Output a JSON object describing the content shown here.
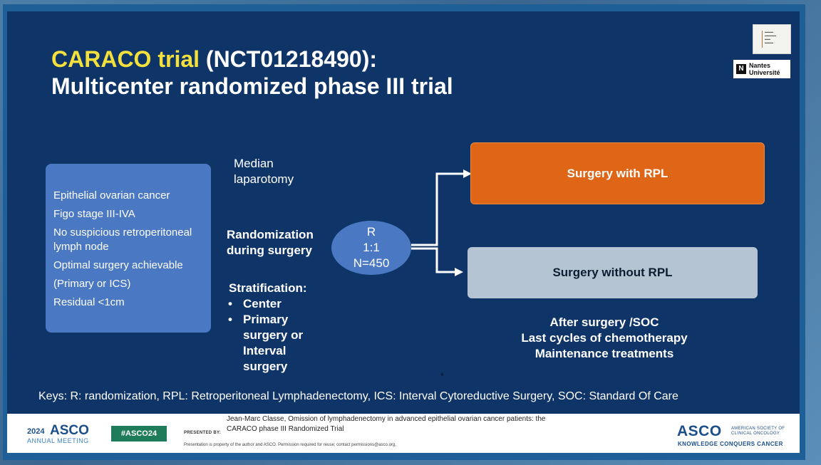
{
  "title": {
    "highlight": "CARACO trial",
    "rest": " (NCT01218490):",
    "line2": "Multicenter randomized phase III trial"
  },
  "logos": {
    "nantes": [
      "Nantes",
      "Université"
    ]
  },
  "criteria": [
    "Epithelial ovarian cancer",
    "Figo stage III-IVA",
    "No suspicious retroperitoneal",
    "lymph node",
    "Optimal surgery achievable",
    "(Primary or ICS)",
    "Residual <1cm"
  ],
  "median_laparotomy": [
    "Median",
    "laparotomy"
  ],
  "randomization_label": [
    "Randomization",
    "during surgery"
  ],
  "stratification": {
    "heading": "Stratification:",
    "bullet_symbol": "•",
    "items": [
      "Center",
      "Primary",
      "surgery or",
      "Interval",
      "surgery"
    ]
  },
  "oval": [
    "R",
    "1:1",
    "N=450"
  ],
  "arms": {
    "with_rpl": "Surgery  with RPL",
    "without_rpl": "Surgery without RPL"
  },
  "after_surgery": [
    "After surgery /SOC",
    "Last cycles of chemotherapy",
    "Maintenance treatments"
  ],
  "star": "*",
  "keys": "Keys: R: randomization, RPL: Retroperitoneal Lymphadenectomy, ICS: Interval Cytoreductive Surgery, SOC: Standard Of Care",
  "footer": {
    "year": "2024",
    "asco": "ASCO",
    "annual_meeting": "ANNUAL MEETING",
    "hashtag": "#ASCO24",
    "presented_by": "PRESENTED BY:",
    "presentation_line1": "Jean-Marc Classe, Omission of lymphadenectomy in advanced epithelial ovarian cancer patients: the",
    "presentation_line2": "CARACO phase III Randomized Trial",
    "fine_print": "Presentation is property of the author and ASCO. Permission required for reuse; contact permissions@asco.org.",
    "org_logo": "ASCO",
    "org_name": [
      "AMERICAN SOCIETY OF",
      "CLINICAL ONCOLOGY"
    ],
    "tagline": "KNOWLEDGE CONQUERS CANCER"
  },
  "colors": {
    "slide_background": "#0f3467",
    "title_highlight": "#f3e03c",
    "box_blue": "#4a78c2",
    "arm_orange": "#df6517",
    "arm_grey": "#b4c4d3",
    "hashtag_green": "#1f7c5a"
  }
}
